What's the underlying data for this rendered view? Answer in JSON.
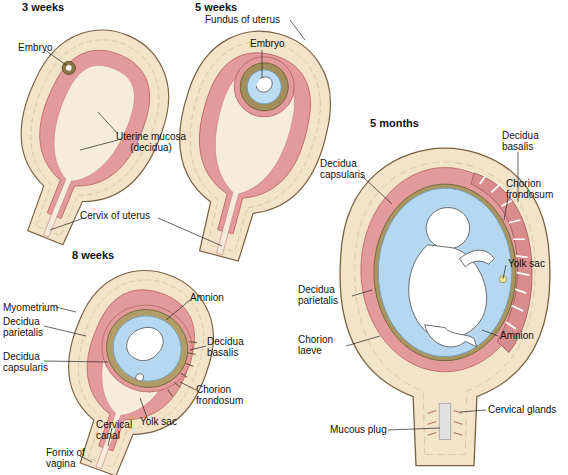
{
  "diagram": {
    "labels": [
      "3 weeks",
      "Embryo",
      "Uterine mucosa (decidua)",
      "Cervix of uterus",
      "5 weeks",
      "Fundus of uterus",
      "Embryo",
      "8 weeks",
      "Myometrium",
      "Decidua parietalis",
      "Decidua capsularis",
      "Amnion",
      "Decidua basalis",
      "Chorion frondosum",
      "Yolk sac",
      "Cervical canal",
      "Fornix of vagina",
      "5 months",
      "Decidua capsularis",
      "Decidua basalis",
      "Chorion frondosum",
      "Yolk sac",
      "Decidua parietalis",
      "Chorion laeve",
      "Amnion",
      "Mucous plug",
      "Cervical glands"
    ]
  }
}
